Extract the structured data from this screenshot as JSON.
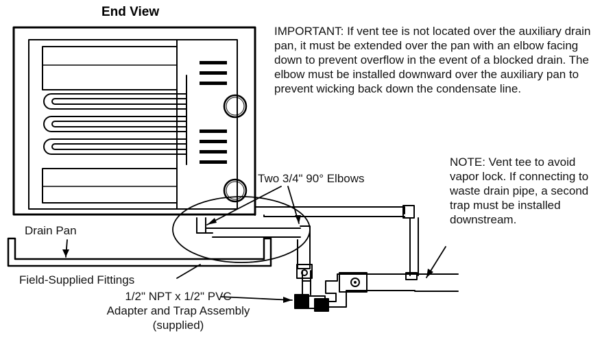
{
  "title": "End View",
  "important_note": "IMPORTANT: If vent tee is not located over the auxiliary drain pan, it must be extended over the pan with an elbow facing down to prevent overflow in the event of a blocked drain. The elbow must be installed downward over the auxiliary pan to prevent wicking back down the condensate line.",
  "vent_note": "NOTE: Vent tee to avoid vapor lock. If connecting to waste drain pipe, a second trap must be installed downstream.",
  "labels": {
    "elbows": "Two 3/4\" 90° Elbows",
    "drain_pan": "Drain Pan",
    "field_fittings": "Field-Supplied Fittings",
    "adapter_line1": "1/2\" NPT x 1/2\" PVC",
    "adapter_line2": "Adapter and Trap Assembly",
    "adapter_line3": "(supplied)"
  },
  "colors": {
    "stroke": "#000000",
    "background": "#ffffff"
  }
}
